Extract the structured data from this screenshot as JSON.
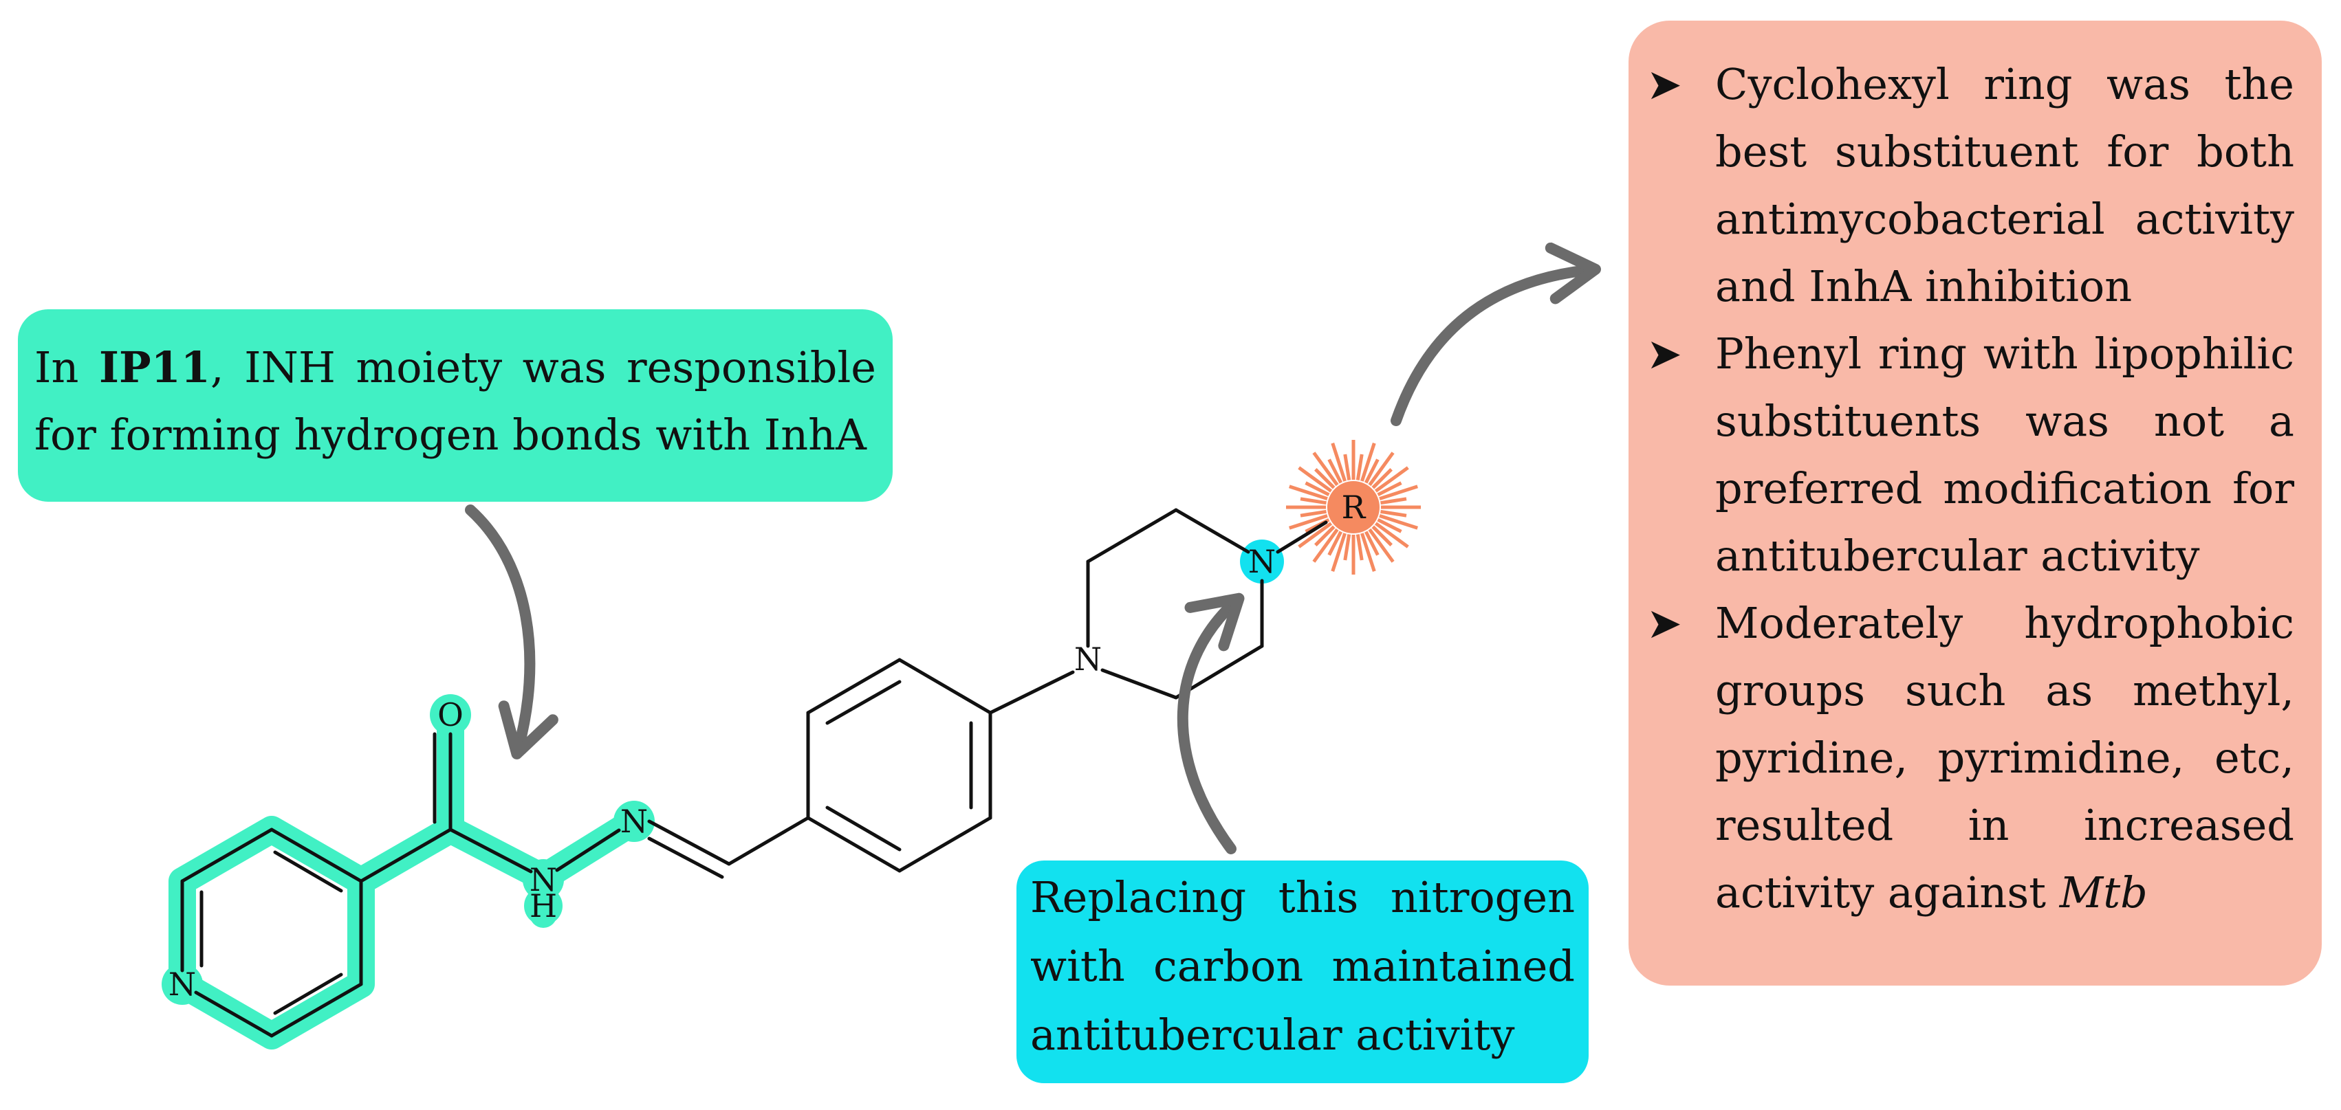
{
  "structure": {
    "atoms": {
      "n_pyridine": "N",
      "o_carbonyl": "O",
      "n_amide": "N",
      "h_amide": "H",
      "n_imine": "N",
      "n_piperazine_aryl": "N",
      "n_piperazine_r": "N",
      "r_group": "R"
    }
  },
  "callouts": {
    "inh": {
      "prefix": "In ",
      "bold": "IP11",
      "text": ", INH moiety was responsible for forming hydrogen bonds with InhA"
    },
    "nitrogen": {
      "text": "Replacing this nitrogen with carbon maintained antitubercular activity"
    },
    "r_group": {
      "bullet_glyph": "➤",
      "items": [
        {
          "text": "Cyclohexyl ring was the best substituent for both antimycobacterial activity and InhA inhibition"
        },
        {
          "text": "Phenyl ring with lipophilic substituents was not a preferred modification for antitubercular activity"
        },
        {
          "text": "Moderately hydrophobic groups such as methyl, pyridine, pyrimidine, etc, resulted in increased activity against ",
          "italic": "Mtb"
        }
      ]
    }
  },
  "colors": {
    "inh_highlight": "#41f0c4",
    "nitrogen_highlight": "#12e1ef",
    "r_highlight": "#f58a60",
    "r_box": "#f9b9a8",
    "arrow": "#6b6b6b"
  }
}
